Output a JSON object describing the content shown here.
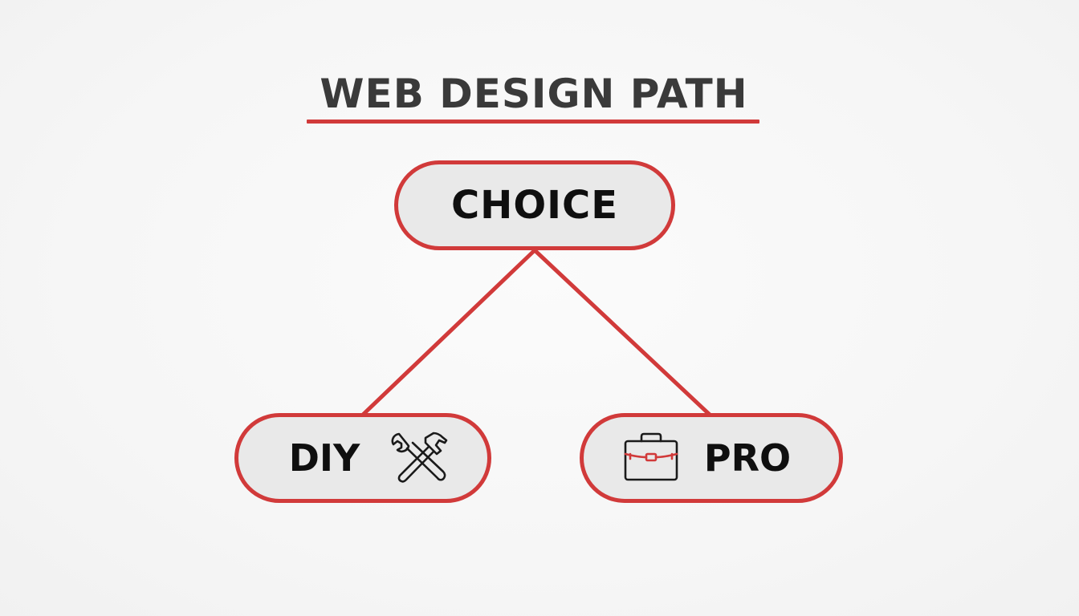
{
  "title": "WEB DESIGN PATH",
  "nodes": {
    "root": {
      "label": "CHOICE"
    },
    "left": {
      "label": "DIY",
      "icon": "tools-icon"
    },
    "right": {
      "label": "PRO",
      "icon": "briefcase-icon"
    }
  },
  "colors": {
    "accent": "#d13a3a",
    "node_fill": "#e9e9e9",
    "text": "#0f0f0f",
    "title_text": "#3a3a3a",
    "background": "#f7f7f7"
  }
}
